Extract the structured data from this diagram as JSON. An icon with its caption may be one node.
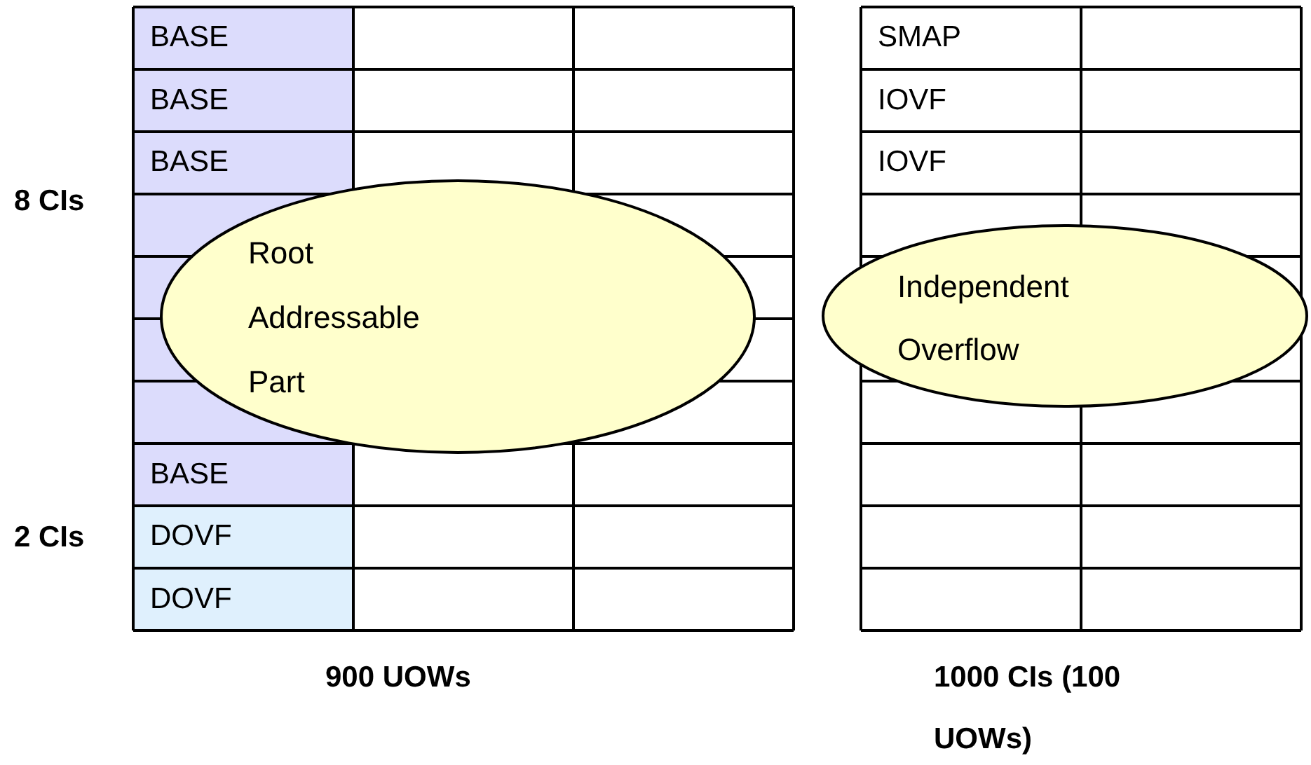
{
  "diagram": {
    "nodes": [
      {
        "text": [
          "Root Addressable Part"
        ]
      },
      {
        "text": [
          "Independent Overflow"
        ]
      }
    ],
    "labels": [
      "BASE",
      "SMAP",
      "BASE",
      "IOVF",
      "BASE",
      "IOVF",
      "8 CIs",
      "BASE",
      "2 CIs",
      "DOVF",
      "DOVF",
      "900 UOWs",
      "1000 CIs (100 UOWs)"
    ]
  }
}
